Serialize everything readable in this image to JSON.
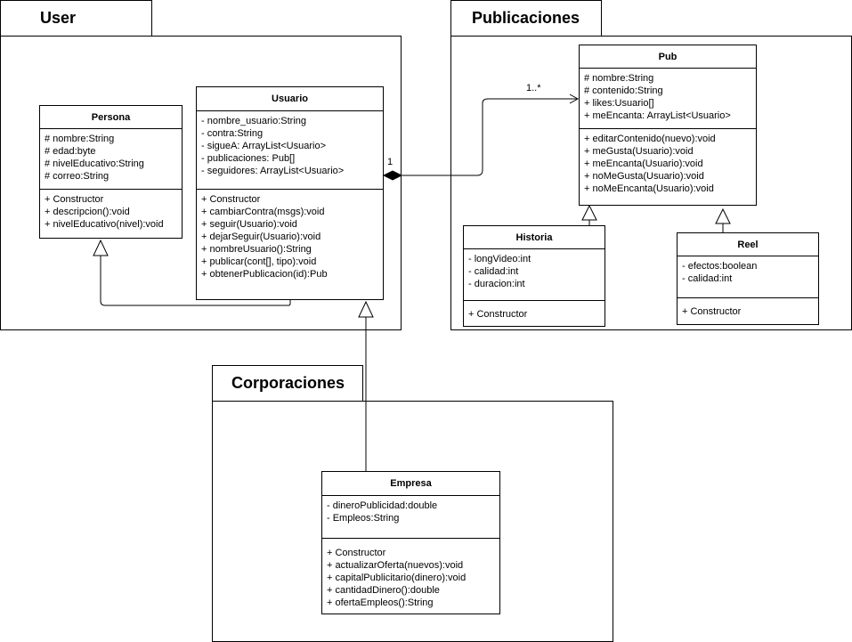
{
  "packages": {
    "user": {
      "label": "User"
    },
    "publicaciones": {
      "label": "Publicaciones"
    },
    "corporaciones": {
      "label": "Corporaciones"
    }
  },
  "classes": {
    "persona": {
      "name": "Persona",
      "attributes": [
        "# nombre:String",
        "# edad:byte",
        "# nivelEducativo:String",
        "# correo:String"
      ],
      "methods": [
        "+ Constructor",
        "+ descripcion():void",
        "+ nivelEducativo(nivel):void"
      ]
    },
    "usuario": {
      "name": "Usuario",
      "attributes": [
        "- nombre_usuario:String",
        "- contra:String",
        "- sigueA: ArrayList<Usuario>",
        "- publicaciones: Pub[]",
        "- seguidores: ArrayList<Usuario>"
      ],
      "methods": [
        "+ Constructor",
        "+ cambiarContra(msgs):void",
        "+ seguir(Usuario):void",
        "+ dejarSeguir(Usuario):void",
        "+ nombreUsuario():String",
        "+ publicar(cont[], tipo):void",
        "+ obtenerPublicacion(id):Pub"
      ]
    },
    "pub": {
      "name": "Pub",
      "attributes": [
        "# nombre:String",
        "# contenido:String",
        "+ likes:Usuario[]",
        "+ meEncanta: ArrayList<Usuario>"
      ],
      "methods": [
        "+ editarContenido(nuevo):void",
        "+ meGusta(Usuario):void",
        "+ meEncanta(Usuario):void",
        "+ noMeGusta(Usuario):void",
        "+ noMeEncanta(Usuario):void"
      ]
    },
    "historia": {
      "name": "Historia",
      "attributes": [
        "- longVideo:int",
        "- calidad:int",
        "- duracion:int"
      ],
      "methods": [
        "+ Constructor"
      ]
    },
    "reel": {
      "name": "Reel",
      "attributes": [
        "- efectos:boolean",
        "- calidad:int"
      ],
      "methods": [
        "+ Constructor"
      ]
    },
    "empresa": {
      "name": "Empresa",
      "attributes": [
        "- dineroPublicidad:double",
        "- Empleos:String"
      ],
      "methods": [
        "+ Constructor",
        "+ actualizarOferta(nuevos):void",
        "+ capitalPublicitario(dinero):void",
        "+ cantidadDinero():double",
        "+ ofertaEmpleos():String"
      ]
    }
  },
  "multiplicities": {
    "usuario_end": "1",
    "pub_end": "1..*"
  }
}
